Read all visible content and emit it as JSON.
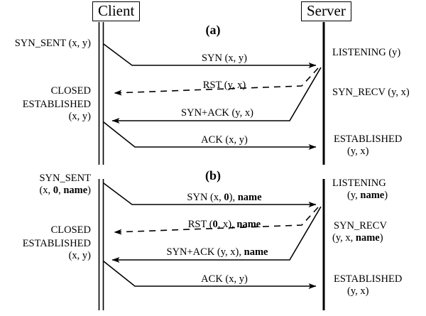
{
  "diagram": {
    "title_client": "Client",
    "title_server": "Server",
    "panels": [
      {
        "tag": "(a)",
        "client_states": [
          {
            "name": "syn-sent",
            "lines": [
              "SYN_SENT (x, y)"
            ]
          },
          {
            "name": "closed",
            "lines": [
              "CLOSED"
            ]
          },
          {
            "name": "established",
            "lines": [
              "ESTABLISHED",
              "(x, y)"
            ]
          }
        ],
        "server_states": [
          {
            "name": "listening",
            "lines": [
              "LISTENING (y)"
            ]
          },
          {
            "name": "syn-recv",
            "lines": [
              "SYN_RECV (y, x)"
            ]
          },
          {
            "name": "established",
            "lines": [
              "ESTABLISHED",
              "(y, x)"
            ]
          }
        ],
        "messages": [
          {
            "name": "syn",
            "label": "SYN (x, y)",
            "direction": "client-to-server",
            "style": "solid"
          },
          {
            "name": "rst",
            "label": "RST (y, x)",
            "direction": "server-to-client",
            "style": "dashed"
          },
          {
            "name": "syn-ack",
            "label": "SYN+ACK (y, x)",
            "direction": "server-to-client",
            "style": "solid"
          },
          {
            "name": "ack",
            "label": "ACK (x, y)",
            "direction": "client-to-server",
            "style": "solid"
          }
        ]
      },
      {
        "tag": "(b)",
        "client_states": [
          {
            "name": "syn-sent",
            "lines": [
              "SYN_SENT",
              "(x, <b>0</b>, <b>name</b>)"
            ]
          },
          {
            "name": "closed",
            "lines": [
              "CLOSED"
            ]
          },
          {
            "name": "established",
            "lines": [
              "ESTABLISHED",
              "(x, y)"
            ]
          }
        ],
        "server_states": [
          {
            "name": "listening",
            "lines": [
              "LISTENING",
              "(y, <b>name</b>)"
            ]
          },
          {
            "name": "syn-recv",
            "lines": [
              "SYN_RECV",
              "(y, x, <b>name</b>)"
            ]
          },
          {
            "name": "established",
            "lines": [
              "ESTABLISHED",
              "(y, x)"
            ]
          }
        ],
        "messages": [
          {
            "name": "syn",
            "label": "SYN (x, <b>0</b>), <b>name</b>",
            "direction": "client-to-server",
            "style": "solid"
          },
          {
            "name": "rst",
            "label": "RST (<b>0</b>, x), <b>name</b>",
            "direction": "server-to-client",
            "style": "dashed"
          },
          {
            "name": "syn-ack",
            "label": "SYN+ACK (y, x), <b>name</b>",
            "direction": "server-to-client",
            "style": "solid"
          },
          {
            "name": "ack",
            "label": "ACK (x, y)",
            "direction": "client-to-server",
            "style": "solid"
          }
        ]
      }
    ],
    "colors": {
      "stroke": "#000000",
      "background": "#ffffff"
    }
  }
}
